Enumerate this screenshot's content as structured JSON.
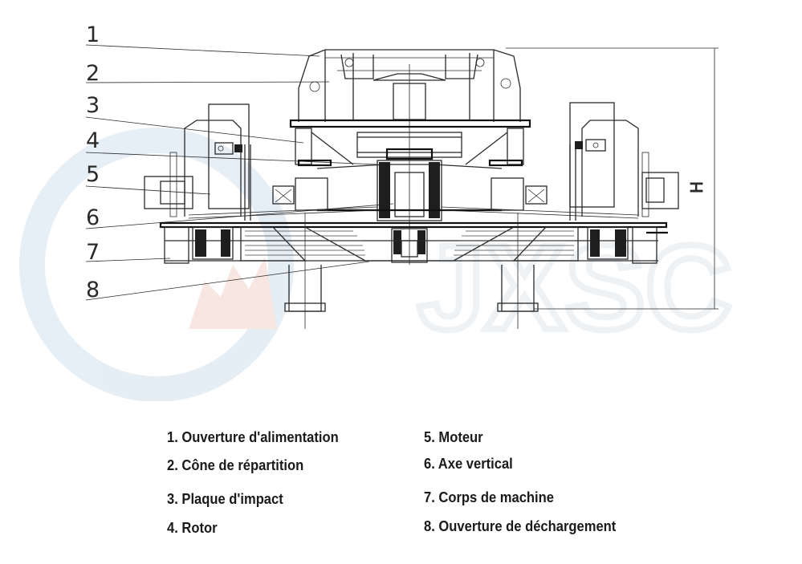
{
  "drawing": {
    "callouts": [
      "1",
      "2",
      "3",
      "4",
      "5",
      "6",
      "7",
      "8"
    ],
    "dimension_label": "H",
    "watermark_text": "JXSC"
  },
  "legend": [
    "1. Ouverture d'alimentation",
    "2. Cône de répartition",
    "3. Plaque d'impact",
    "4. Rotor",
    "5. Moteur",
    "6. Axe vertical",
    "7. Corps de machine",
    "8. Ouverture de déchargement"
  ],
  "colors": {
    "watermark_blue": "#dfe9f3",
    "watermark_red": "#f6e2dc",
    "line": "#2a2a2a"
  }
}
